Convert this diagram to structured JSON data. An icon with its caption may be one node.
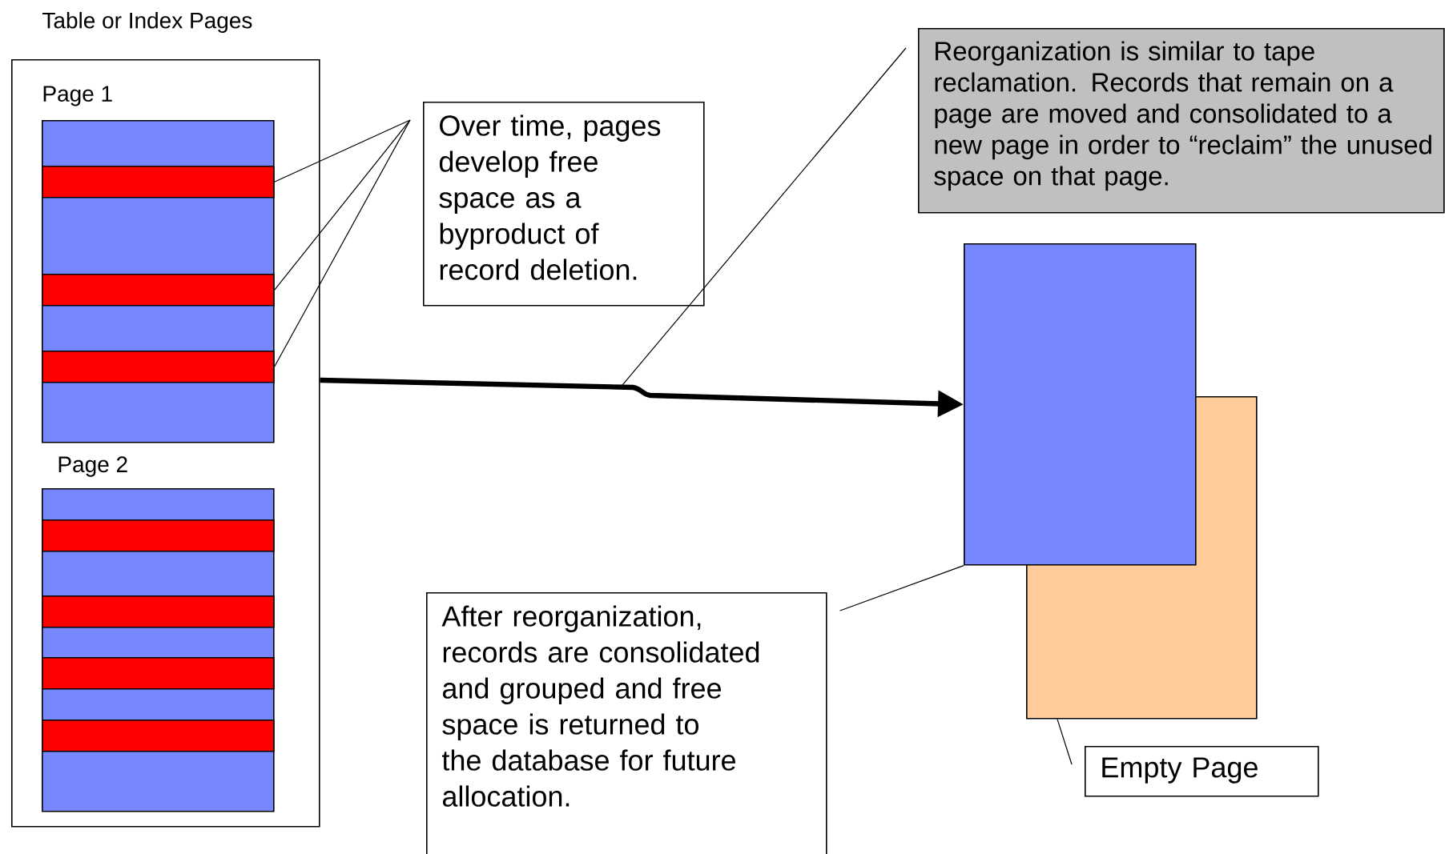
{
  "diagram": {
    "nodes": [
      {
        "text": [
          "Table or Index Pages"
        ]
      },
      {
        "text": [
          "Page 1"
        ],
        "in": 0
      },
      {
        "text": [],
        "shape": "bar",
        "in": 1
      },
      {
        "text": [],
        "shape": "bar",
        "in": 1
      },
      {
        "text": [],
        "shape": "bar",
        "in": 1
      },
      {
        "text": [
          "Page 2"
        ],
        "in": 0
      },
      {
        "text": [],
        "shape": "bar",
        "in": 5
      },
      {
        "text": [],
        "shape": "bar",
        "in": 5
      },
      {
        "text": [],
        "shape": "bar",
        "in": 5
      },
      {
        "text": [],
        "shape": "bar",
        "in": 5
      },
      {
        "text": [
          "Over time, pages develop free space as a byproduct of record deletion."
        ]
      },
      {
        "text": [
          "Reorganization is similar to tape reclamation.  Records that remain on a page are moved and consolidated to a new page in order to “reclaim” the unused space on that page."
        ]
      },
      {
        "text": [],
        "shape": "box"
      },
      {
        "text": [],
        "shape": "box"
      },
      {
        "text": [
          "After reorganization, records are consolidated and grouped and free space is returned to the database for future allocation."
        ]
      },
      {
        "text": [
          "Empty Page"
        ]
      }
    ],
    "edges": [
      {
        "from": 10,
        "to": 2,
        "arrow": "none"
      },
      {
        "from": 10,
        "to": 3,
        "arrow": "none"
      },
      {
        "from": 10,
        "to": 4,
        "arrow": "none"
      },
      {
        "from": 0,
        "to": 12,
        "arrow": "to",
        "style": "thick"
      },
      {
        "from": 11,
        "to": null,
        "arrow": "none"
      },
      {
        "from": 14,
        "to": 12,
        "arrow": "none"
      },
      {
        "from": 15,
        "to": 13,
        "arrow": "none"
      }
    ]
  }
}
